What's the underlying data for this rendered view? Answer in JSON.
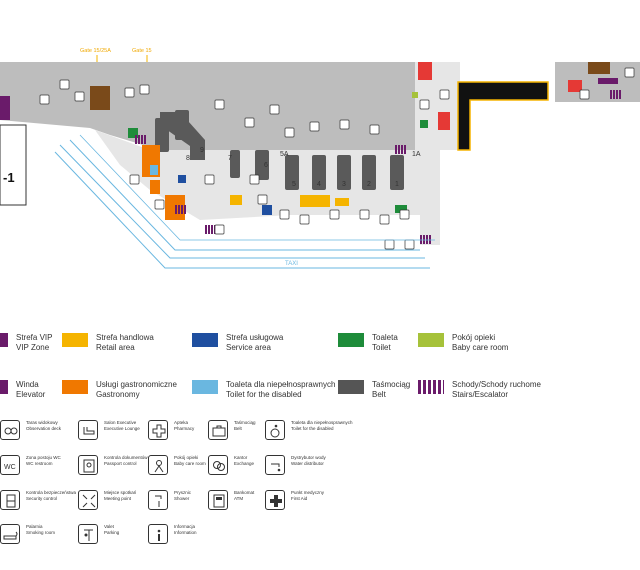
{
  "map": {
    "gate_labels": [
      "Gate 15/25A",
      "Gate 15"
    ],
    "level_label": "-1",
    "belt_numbers": [
      "9",
      "8",
      "7",
      "6",
      "5A",
      "5",
      "4",
      "3",
      "2",
      "1",
      "1A"
    ],
    "taxi_label": "TAXI"
  },
  "legend": {
    "zones": [
      {
        "pl": "Strefa VIP",
        "en": "VIP Zone",
        "color": "#6a1b6a"
      },
      {
        "pl": "Strefa handlowa",
        "en": "Retail area",
        "color": "#f5b400"
      },
      {
        "pl": "Strefa usługowa",
        "en": "Service area",
        "color": "#1f4fa0"
      },
      {
        "pl": "Toaleta",
        "en": "Toilet",
        "color": "#1e8c3a"
      },
      {
        "pl": "Pokój opieki",
        "en": "Baby care room",
        "color": "#a6c23a"
      },
      {
        "pl": "Winda",
        "en": "Elevator",
        "color": "#6a1b6a"
      },
      {
        "pl": "Usługi gastronomiczne",
        "en": "Gastronomy",
        "color": "#f07800"
      },
      {
        "pl": "Toaleta dla niepełnosprawnych",
        "en": "Toilet for the disabled",
        "color": "#6ab7e0"
      },
      {
        "pl": "Taśmociąg",
        "en": "Belt",
        "color": "#555555"
      },
      {
        "pl": "Schody/Schody ruchome",
        "en": "Stairs/Escalator",
        "color": "#6a1b6a"
      }
    ],
    "icons": [
      {
        "pl": "Taras widokowy",
        "en": "Observation deck",
        "icon": "binoculars-icon"
      },
      {
        "pl": "Salon Executive",
        "en": "Executive Lounge",
        "icon": "lounge-chair-icon"
      },
      {
        "pl": "Apteka",
        "en": "Pharmacy",
        "icon": "pharmacy-cross-icon"
      },
      {
        "pl": "Taśmociąg",
        "en": "Belt",
        "icon": "suitcase-icon"
      },
      {
        "pl": "Toaleta dla niepełnosprawnych",
        "en": "Toilet for the disabled",
        "icon": "wheelchair-icon"
      },
      {
        "pl": "Zona postoju WC",
        "en": "WC restroom",
        "icon": "wc-icon"
      },
      {
        "pl": "Kontrola dokumentów",
        "en": "Passport control",
        "icon": "passport-icon"
      },
      {
        "pl": "Pokój opieki",
        "en": "Baby care room",
        "icon": "baby-icon"
      },
      {
        "pl": "Kantor",
        "en": "Exchange",
        "icon": "exchange-icon"
      },
      {
        "pl": "Dystrybutor wody",
        "en": "Water distributor",
        "icon": "water-tap-icon"
      },
      {
        "pl": "Kontrola bezpieczeństwa",
        "en": "Security control",
        "icon": "security-icon"
      },
      {
        "pl": "Miejsce spotkań",
        "en": "Meeting point",
        "icon": "meeting-point-icon"
      },
      {
        "pl": "Prysznic",
        "en": "Shower",
        "icon": "shower-icon"
      },
      {
        "pl": "Bankomat",
        "en": "ATM",
        "icon": "atm-icon"
      },
      {
        "pl": "Punkt medyczny",
        "en": "First Aid",
        "icon": "first-aid-icon"
      },
      {
        "pl": "Palarnia",
        "en": "Smoking room",
        "icon": "smoking-icon"
      },
      {
        "pl": "Valet",
        "en": "Parking",
        "icon": "valet-parking-icon"
      },
      {
        "pl": "Informacja",
        "en": "Information",
        "icon": "information-icon"
      }
    ]
  }
}
